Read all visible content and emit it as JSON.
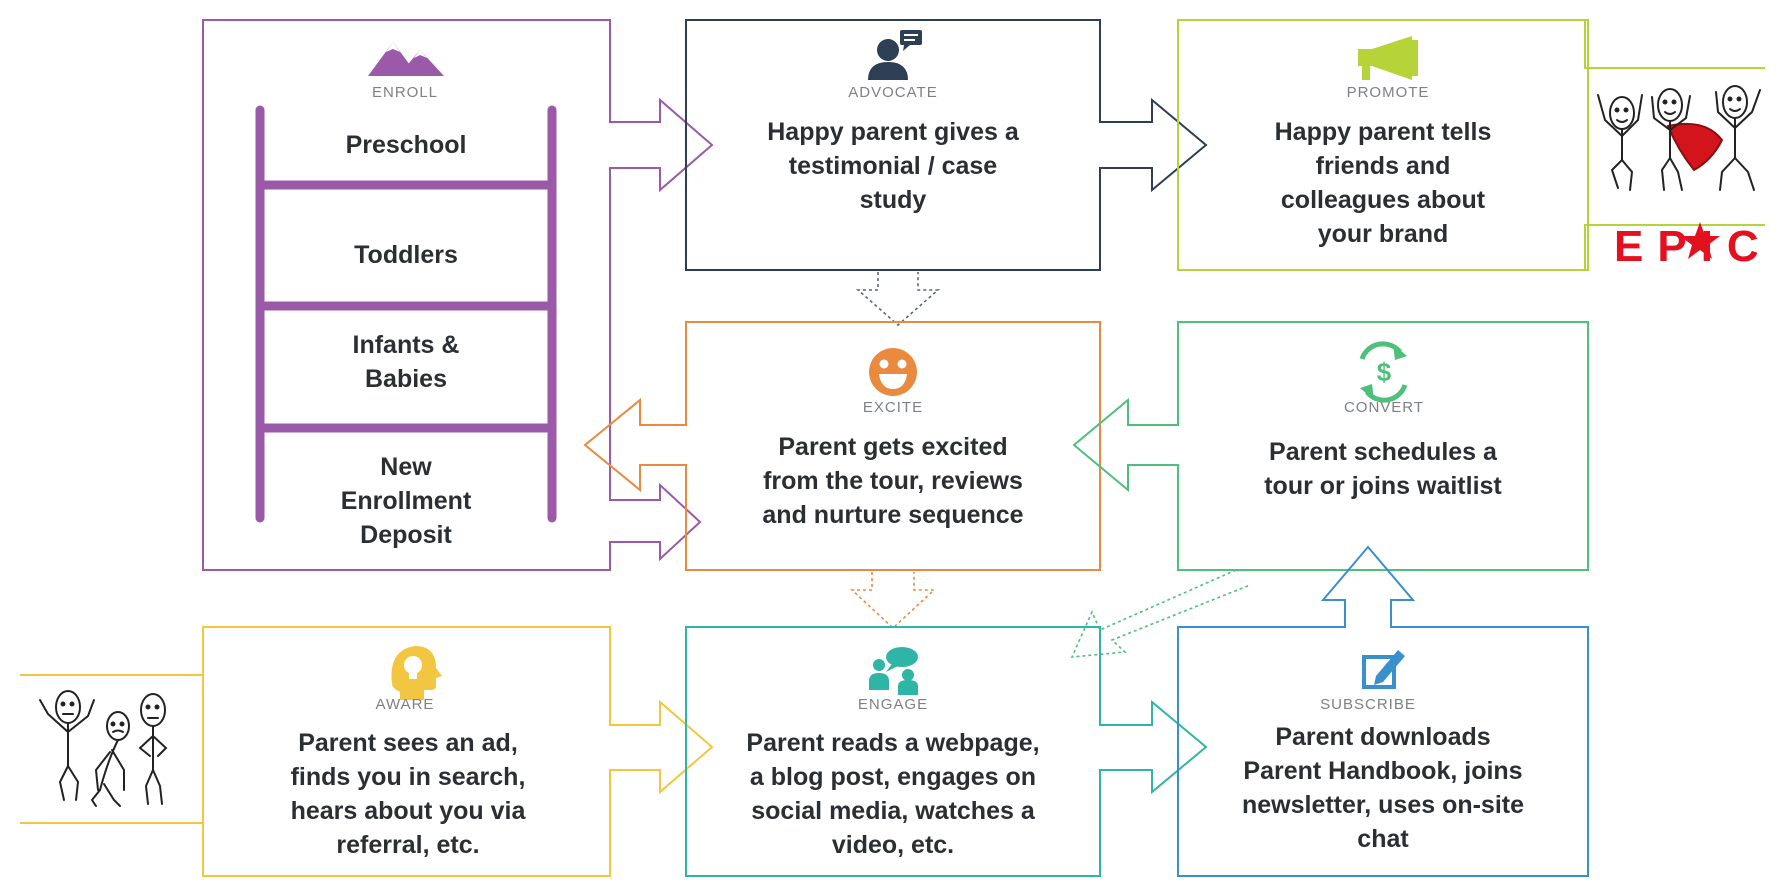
{
  "colors": {
    "enroll": "#9a5aa8",
    "advocate": "#2d3e55",
    "promote": "#b7d33a",
    "excite": "#e98a3f",
    "convert": "#4fbf7c",
    "aware": "#f2c640",
    "engage": "#2fb5a6",
    "subscribe": "#3a8fcd",
    "logo": "#e3101f"
  },
  "stages": {
    "enroll": {
      "name": "ENROLL",
      "icon": "mountains-icon",
      "rungs": [
        "Preschool",
        "Toddlers",
        "Infants &\nBabies",
        "New\nEnrollment\nDeposit"
      ]
    },
    "advocate": {
      "name": "ADVOCATE",
      "icon": "person-speech-bubble-icon",
      "text": "Happy parent gives a\ntestimonial / case\nstudy"
    },
    "promote": {
      "name": "PROMOTE",
      "icon": "megaphone-icon",
      "text": "Happy parent tells\nfriends and\ncolleagues about\nyour brand"
    },
    "excite": {
      "name": "EXCITE",
      "icon": "smiley-face-icon",
      "text": "Parent gets excited\nfrom the tour, reviews\nand nurture sequence"
    },
    "convert": {
      "name": "CONVERT",
      "icon": "dollar-cycle-icon",
      "text": "Parent schedules a\ntour or joins waitlist"
    },
    "aware": {
      "name": "AWARE",
      "icon": "head-lightbulb-icon",
      "text": "Parent sees an ad,\nfinds you in search,\nhears about you via\nreferral, etc."
    },
    "engage": {
      "name": "ENGAGE",
      "icon": "people-chat-icon",
      "text": "Parent reads a webpage,\na blog post, engages on\nsocial media, watches a\nvideo, etc."
    },
    "subscribe": {
      "name": "SUBSCRIBE",
      "icon": "edit-box-icon",
      "text": "Parent downloads\nParent Handbook, joins\nnewsletter, uses on-site\nchat"
    }
  },
  "logo": {
    "text": "EPIC",
    "icon": "star-icon"
  },
  "illustrations": {
    "top_right": "stick-figures-celebrating-icon",
    "bottom_left": "stick-figures-bored-icon"
  }
}
